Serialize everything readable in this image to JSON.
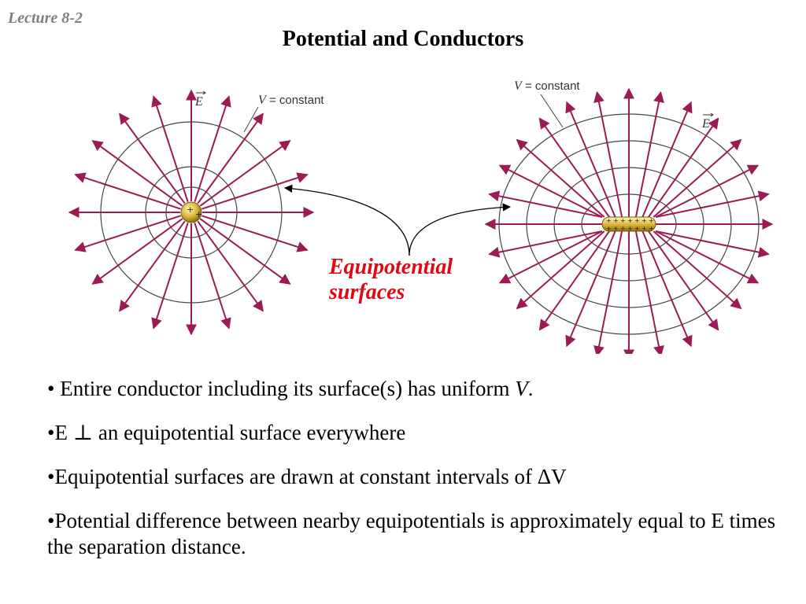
{
  "header": {
    "lecture": "Lecture 8-2",
    "title": "Potential and Conductors"
  },
  "figures": {
    "left": {
      "field_label": "E",
      "equipotential_label_var": "V",
      "equipotential_label_rest": " = constant",
      "charge_symbol": "+",
      "colors": {
        "field": "#9b1b55",
        "equipotential": "#444444",
        "conductor": "#c9a227"
      }
    },
    "right": {
      "field_label": "E",
      "equipotential_label_var": "V",
      "equipotential_label_rest": " = constant",
      "charge_symbol": "+",
      "colors": {
        "field": "#9b1b55",
        "equipotential": "#444444",
        "conductor": "#c9a227"
      }
    }
  },
  "callout": {
    "line1": "Equipotential",
    "line2": "surfaces",
    "color": "#e30613"
  },
  "bullets": [
    {
      "text": "• Entire conductor including its surface(s) has uniform ",
      "italic": "V",
      "tail": "."
    },
    {
      "text": "•E ⊥ an equipotential surface everywhere"
    },
    {
      "text": "•Equipotential surfaces are drawn at constant intervals of ΔV"
    },
    {
      "text": "•Potential difference between nearby equipotentials is approximately equal to E times the separation distance."
    }
  ]
}
